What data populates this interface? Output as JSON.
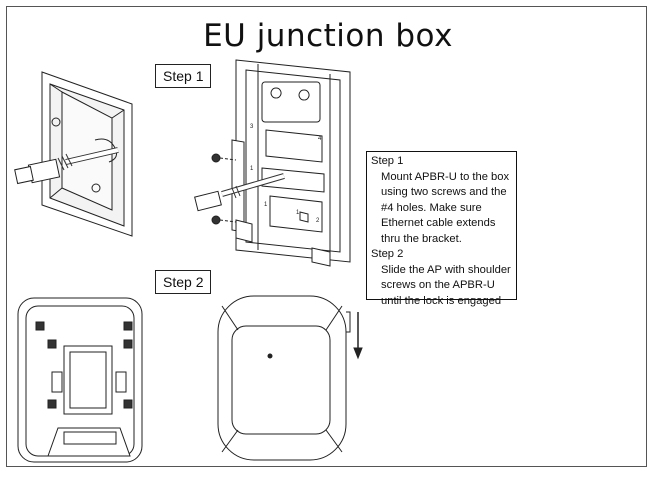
{
  "title": "EU junction box",
  "step1_label": "Step 1",
  "step2_label": "Step 2",
  "instructions": {
    "step1_heading": "Step 1",
    "step1_text": "Mount APBR-U to the box using two screws and the #4 holes. Make sure Ethernet cable extends thru the bracket.",
    "step2_heading": "Step 2",
    "step2_text": "Slide the AP with shoulder screws on the APBR-U until the lock is engaged"
  },
  "bracket_hole_numbers": [
    "3",
    "4",
    "1",
    "1",
    "1",
    "2"
  ]
}
